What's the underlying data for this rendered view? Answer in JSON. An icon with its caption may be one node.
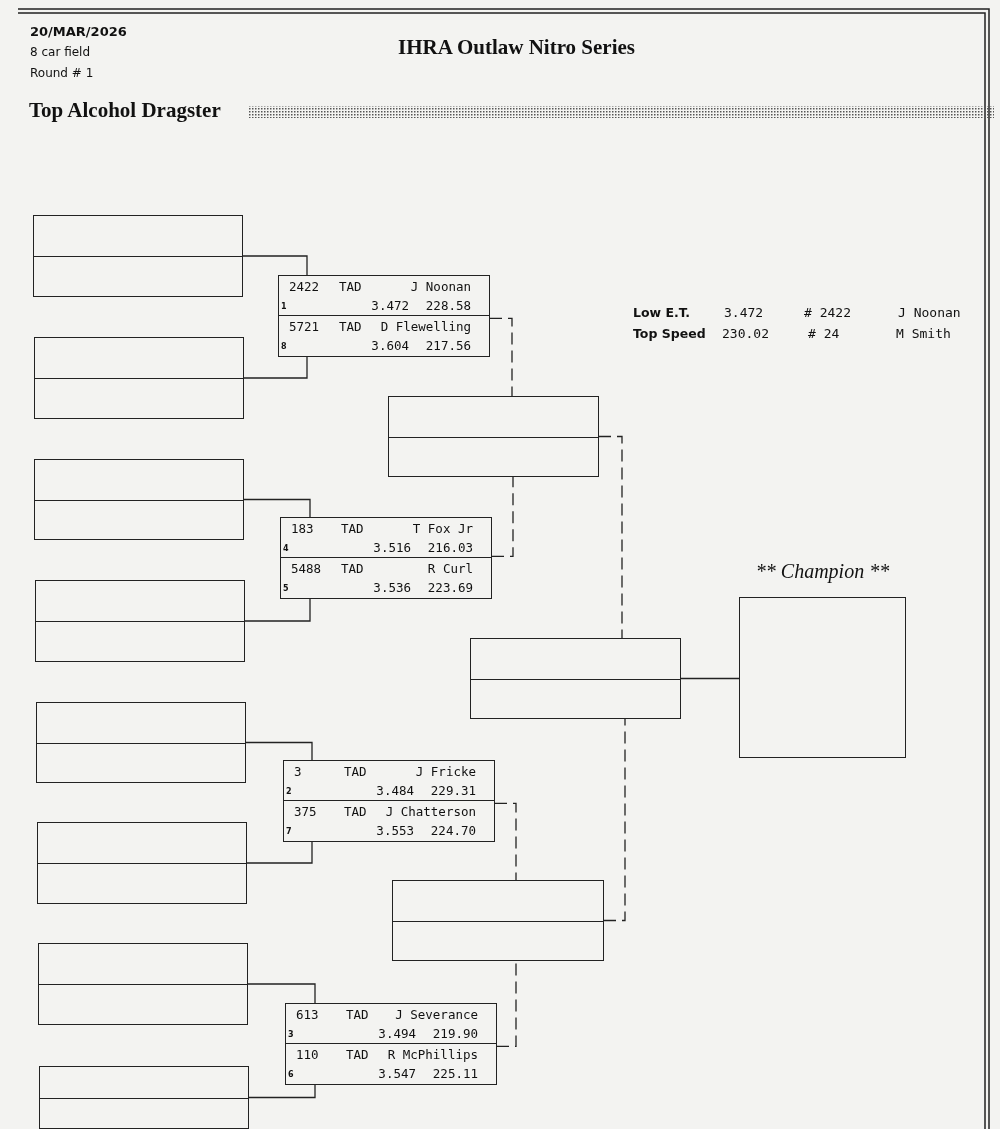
{
  "diagram": {
    "title": "IHRA Outlaw Nitro Series",
    "nodes": [
      {
        "text": [],
        "shape": "box"
      },
      {
        "text": [],
        "shape": "box"
      },
      {
        "text": [],
        "shape": "box"
      },
      {
        "text": [],
        "shape": "box"
      },
      {
        "text": [],
        "shape": "box"
      },
      {
        "text": [],
        "shape": "box"
      },
      {
        "text": [],
        "shape": "box"
      },
      {
        "text": [],
        "shape": "box"
      },
      {
        "text": [],
        "shape": "box"
      },
      {
        "text": [
          "2422",
          "TAD",
          "J Noonan",
          "1",
          "3.472",
          "228.58"
        ],
        "in": 8
      },
      {
        "text": [
          "5721",
          "TAD",
          "D Flewelling",
          "8",
          "3.604",
          "217.56"
        ],
        "in": 8
      },
      {
        "text": [],
        "shape": "box"
      },
      {
        "text": [
          "183",
          "TAD",
          "T Fox Jr",
          "4",
          "3.516",
          "216.03"
        ],
        "in": 11
      },
      {
        "text": [
          "5488",
          "TAD",
          "R Curl",
          "5",
          "3.536",
          "223.69"
        ],
        "in": 11
      },
      {
        "text": [],
        "shape": "box"
      },
      {
        "text": [
          "3",
          "TAD",
          "J Fricke",
          "2",
          "3.484",
          "229.31"
        ],
        "in": 14
      },
      {
        "text": [
          "375",
          "TAD",
          "J Chatterson",
          "7",
          "3.553",
          "224.70"
        ],
        "in": 14
      },
      {
        "text": [],
        "shape": "box"
      },
      {
        "text": [
          "613",
          "TAD",
          "J Severance",
          "3",
          "3.494",
          "219.90"
        ],
        "in": 17
      },
      {
        "text": [
          "110",
          "TAD",
          "R McPhillips",
          "6",
          "3.547",
          "225.11"
        ],
        "in": 17
      },
      {
        "text": [],
        "shape": "box"
      },
      {
        "text": [],
        "shape": "box"
      },
      {
        "text": [],
        "shape": "box"
      },
      {
        "text": [
          "** Champion **"
        ]
      }
    ],
    "edges": [
      {
        "from": 0,
        "to": 8,
        "arrow": "none"
      },
      {
        "from": 1,
        "to": 8,
        "arrow": "none"
      },
      {
        "from": 2,
        "to": 11,
        "arrow": "none"
      },
      {
        "from": 3,
        "to": 11,
        "arrow": "none"
      },
      {
        "from": 4,
        "to": 14,
        "arrow": "none"
      },
      {
        "from": 5,
        "to": 14,
        "arrow": "none"
      },
      {
        "from": 6,
        "to": 17,
        "arrow": "none"
      },
      {
        "from": 7,
        "to": 17,
        "arrow": "none"
      },
      {
        "from": 8,
        "to": 20,
        "arrow": "none",
        "style": "dashed"
      },
      {
        "from": 11,
        "to": 20,
        "arrow": "none",
        "style": "dashed"
      },
      {
        "from": 14,
        "to": 21,
        "arrow": "none",
        "style": "dashed"
      },
      {
        "from": 17,
        "to": 21,
        "arrow": "none",
        "style": "dashed"
      },
      {
        "from": 20,
        "to": 22,
        "arrow": "none",
        "style": "dashed"
      },
      {
        "from": 21,
        "to": 22,
        "arrow": "none",
        "style": "dashed"
      },
      {
        "from": 22,
        "to": 23,
        "arrow": "none"
      }
    ],
    "labels": [
      "20/MAR/2026",
      "8 car field",
      "Round # 1",
      "Top Alcohol Dragster",
      "Low E.T.",
      "3.472",
      "# 2422",
      "J Noonan",
      "Top Speed",
      "230.02",
      "# 24",
      "M Smith"
    ]
  }
}
